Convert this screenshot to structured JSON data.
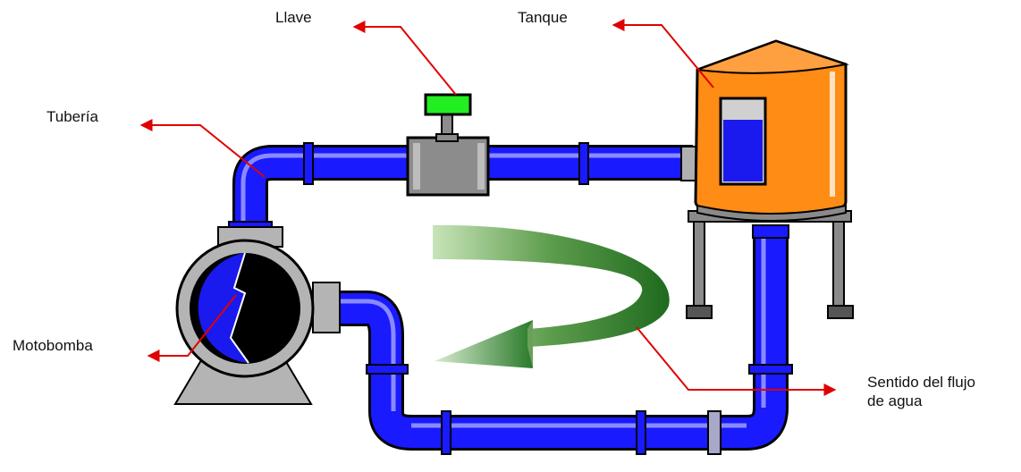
{
  "labels": {
    "valve": "Llave",
    "tank": "Tanque",
    "pipe": "Tubería",
    "pump": "Motobomba",
    "flow_line1": "Sentido del flujo",
    "flow_line2": "de agua"
  },
  "colors": {
    "pipe_blue": "#1a1aff",
    "pipe_highlight": "#8a8aff",
    "pipe_outline": "#000000",
    "tank_orange": "#ff8c14",
    "tank_shadow": "#d86800",
    "water_blue": "#1a1aee",
    "valve_green": "#22ee22",
    "valve_gray": "#8c8c8c",
    "pump_gray": "#b4b4b4",
    "leader_red": "#e00000",
    "flow_arrow_dark": "#1f6a1f",
    "flow_arrow_light": "#c8e4b8"
  },
  "icons": {
    "leader": "red-arrow-leader",
    "flow": "curved-flow-arrow"
  }
}
